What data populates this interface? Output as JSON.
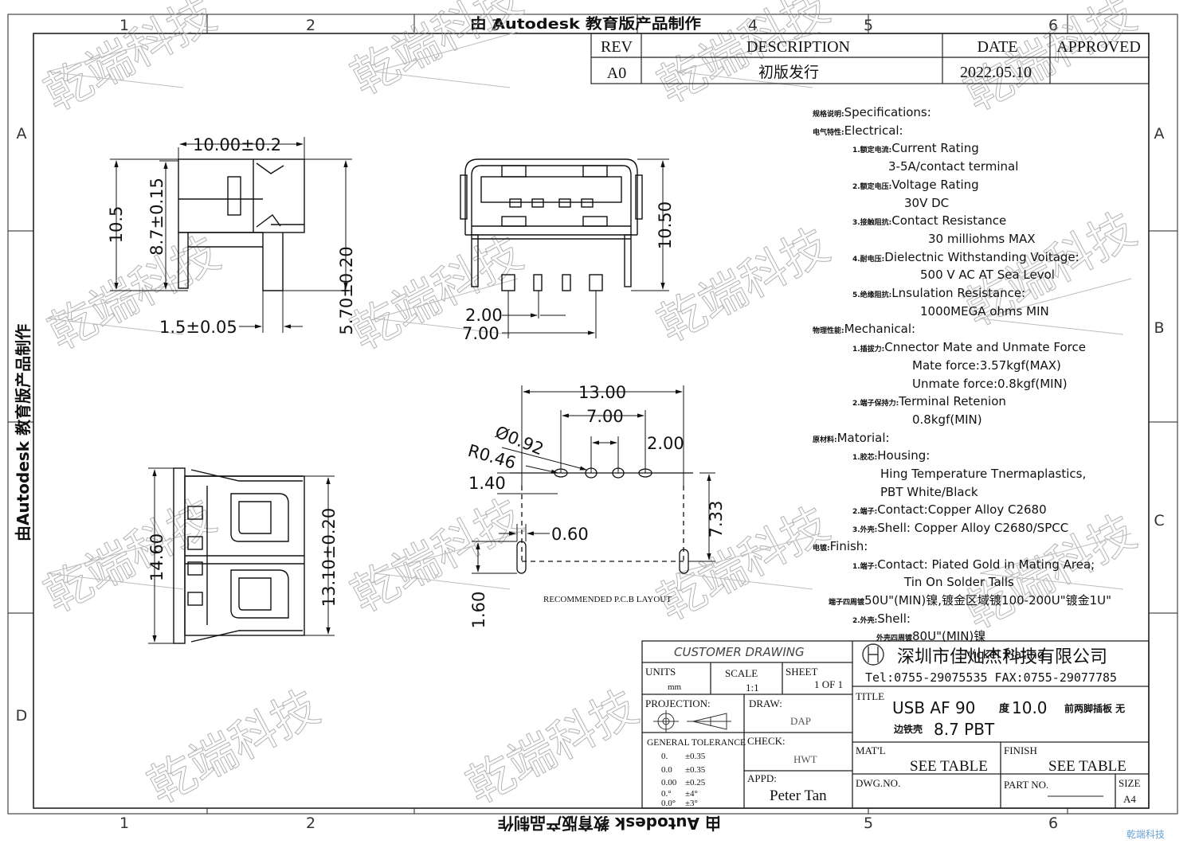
{
  "frame": {
    "col_labels": [
      "1",
      "2",
      "3",
      "4",
      "5",
      "6"
    ],
    "row_labels": [
      "A",
      "B",
      "C",
      "D"
    ],
    "watermark_side": "由Autodesk 教育版产品制作",
    "watermark_bottom": "由 Autodesk 教育版产品制作",
    "watermark_top": "由 Autodesk 教育版产品制作",
    "company_watermark": "乾端科技",
    "corner_mark": "乾端科技"
  },
  "revision": {
    "headers": {
      "rev": "REV",
      "description": "DESCRIPTION",
      "date": "DATE",
      "approved": "APPROVED"
    },
    "row": {
      "rev": "A0",
      "description": "初版发行",
      "date": "2022.05.10",
      "approved": ""
    }
  },
  "dimensions": {
    "side_width": "10.00±0.2",
    "side_height_outer": "10.5",
    "side_height_inner": "8.7±0.15",
    "side_pin_thickness": "1.5±0.05",
    "side_pin_length": "5.70±0.20",
    "front_height": "10.50",
    "front_pitch_a": "2.00",
    "front_pitch_b": "7.00",
    "bottom_length": "14.60",
    "bottom_length_b": "13.10±0.20",
    "pcb_width": "13.00",
    "pcb_pitch_outer": "7.00",
    "pcb_pitch_inner": "2.00",
    "pcb_hole_dia": "Ø0.92",
    "pcb_slot_radius": "R0.46",
    "pcb_row_offset": "1.40",
    "pcb_slot_width": "0.60",
    "pcb_row_distance": "7.33",
    "pcb_slot_length": "1.60",
    "pcb_layout_label": "RECOMMENDED   P.C.B LAYOUT"
  },
  "specs": [
    {
      "cn": "规格说明:",
      "en": "Specifications:",
      "indent": 0
    },
    {
      "cn": "电气特性:",
      "en": "Electrical:",
      "indent": 0
    },
    {
      "cn": "1.额定电流:",
      "en": "Current  Rating",
      "indent": 50
    },
    {
      "cn": "",
      "en": "3-5A/contact  terminal",
      "indent": 95
    },
    {
      "cn": "2.额定电压:",
      "en": "Voltage  Rating",
      "indent": 50
    },
    {
      "cn": "",
      "en": "30V  DC",
      "indent": 115
    },
    {
      "cn": "3.接触阻抗:",
      "en": "Contact  Resistance",
      "indent": 50
    },
    {
      "cn": "",
      "en": "30  milliohms  MAX",
      "indent": 145
    },
    {
      "cn": "4.耐电压:",
      "en": "Dielectnic  Withstanding  Voitage:",
      "indent": 50
    },
    {
      "cn": "",
      "en": "500  V  AC  AT  Sea  Levol",
      "indent": 135
    },
    {
      "cn": "5.绝缘阻抗:",
      "en": "Lnsulation  Resistance:",
      "indent": 50
    },
    {
      "cn": "",
      "en": "1000MEGA  ohms  MIN",
      "indent": 135
    },
    {
      "cn": "物理性能:",
      "en": "Mechanical:",
      "indent": 0
    },
    {
      "cn": "1.插拔力:",
      "en": "Cnnector  Mate  and  Unmate  Force",
      "indent": 50
    },
    {
      "cn": "",
      "en": "Mate  force:3.57kgf(MAX)",
      "indent": 125
    },
    {
      "cn": "",
      "en": "Unmate  force:0.8kgf(MIN)",
      "indent": 125
    },
    {
      "cn": "2.端子保持力:",
      "en": "Terminal  Retenion",
      "indent": 50
    },
    {
      "cn": "",
      "en": "0.8kgf(MIN)",
      "indent": 125
    },
    {
      "cn": "原材料:",
      "en": "Matorial:",
      "indent": 0
    },
    {
      "cn": "1.胶芯:",
      "en": "Housing:",
      "indent": 50
    },
    {
      "cn": "",
      "en": "Hing  Temperature    Tnermaplastics,",
      "indent": 85
    },
    {
      "cn": "",
      "en": "PBT  White/Black",
      "indent": 85
    },
    {
      "cn": "2.端子:",
      "en": "Contact:Copper  Alloy  C2680",
      "indent": 50
    },
    {
      "cn": "3.外壳:",
      "en": "Shell:  Copper  Alloy  C2680/SPCC",
      "indent": 50
    },
    {
      "cn": "电镀:",
      "en": "Finish:",
      "indent": 0
    },
    {
      "cn": "1.端子:",
      "en": "Contact:  Piated  Gold  in  Mating  Area;",
      "indent": 50
    },
    {
      "cn": "",
      "en": "Tin  On  Solder  Talls",
      "indent": 115
    },
    {
      "cn": "端子四周镀",
      "en": "50U\"(MIN)镍,镀金区域镀100-200U\"镀金1U\"",
      "indent": 20
    },
    {
      "cn": "2.外壳:",
      "en": "Shell:",
      "indent": 50
    },
    {
      "cn": "外壳四周镀",
      "en": "80U\"(MIN)镍",
      "indent": 80
    },
    {
      "cn": "",
      "en": "",
      "indent": 0
    },
    {
      "cn": "",
      "en": "Nickel  Plating",
      "indent": 190
    }
  ],
  "title_block": {
    "customer_drawing": "CUSTOMER  DRAWING",
    "units_label": "UNITS",
    "units_value": "mm",
    "scale_label": "SCALE",
    "scale_value": "1:1",
    "sheet_label": "SHEET",
    "sheet_value": "1 OF 1",
    "company": "深圳市佳灿杰科技有限公司",
    "contact": "Tel:0755-29075535 FAX:0755-29077785",
    "projection_label": "PROJECTION:",
    "draw_label": "DRAW:",
    "draw_value": "DAP",
    "title_label": "TITLE",
    "title_line1_a": "USB  AF  90",
    "title_line1_b": "度",
    "title_line1_c": "10.0",
    "title_line1_d": "前两脚插板  无",
    "title_line2_a": "边铁壳",
    "title_line2_b": "8.7  PBT",
    "tolerance_label": "GENERAL TOLERANCE",
    "tolerances": [
      {
        "k": "0.",
        "v": "±0.35"
      },
      {
        "k": "0.0",
        "v": "±0.35"
      },
      {
        "k": "0.00",
        "v": "±0.25"
      },
      {
        "k": "0.°",
        "v": "±4°"
      },
      {
        "k": "0.0°",
        "v": "±3°"
      }
    ],
    "check_label": "CHECK:",
    "check_value": "HWT",
    "matl_label": "MAT'L",
    "matl_value": "SEE TABLE",
    "finish_label": "FINISH",
    "finish_value": "SEE TABLE",
    "appd_label": "APPD:",
    "appd_value": "Peter Tan",
    "dwgno_label": "DWG.NO.",
    "partno_label": "PART NO.",
    "size_label": "SIZE",
    "size_value": "A4"
  }
}
